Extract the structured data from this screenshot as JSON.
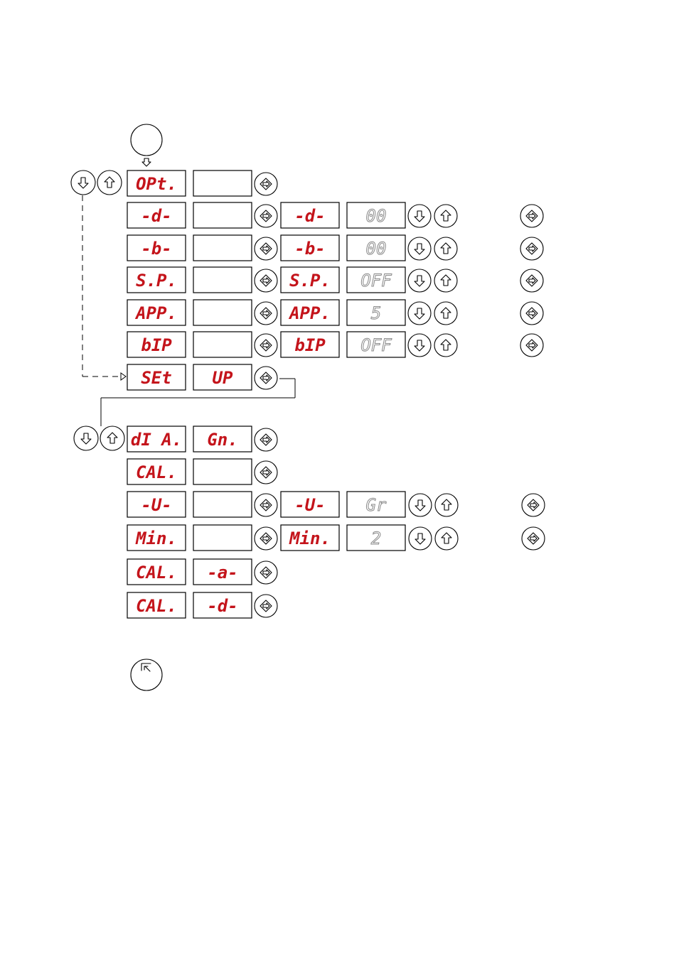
{
  "colors": {
    "lcd_red": "#c4141b",
    "lcd_grey": "#888888",
    "line": "#000000"
  },
  "menu1": [
    {
      "id": "opt",
      "code": "OPt.",
      "value": "",
      "sub_code": "",
      "sub_value": ""
    },
    {
      "id": "d",
      "code": "-d-",
      "value": "",
      "sub_code": "-d-",
      "sub_value": "00"
    },
    {
      "id": "b",
      "code": "-b-",
      "value": "",
      "sub_code": "-b-",
      "sub_value": "00"
    },
    {
      "id": "sp",
      "code": "S.P.",
      "value": "",
      "sub_code": "S.P.",
      "sub_value": "OFF"
    },
    {
      "id": "app",
      "code": "APP.",
      "value": "",
      "sub_code": "APP.",
      "sub_value": "5"
    },
    {
      "id": "bip",
      "code": "bIP",
      "value": "",
      "sub_code": "bIP",
      "sub_value": "OFF"
    },
    {
      "id": "setup",
      "code": "SEt",
      "value": "UP",
      "sub_code": "",
      "sub_value": ""
    }
  ],
  "menu2": [
    {
      "id": "dia",
      "code": "dI A.",
      "value": "Gn.",
      "sub_code": "",
      "sub_value": ""
    },
    {
      "id": "cal",
      "code": "CAL.",
      "value": "",
      "sub_code": "",
      "sub_value": ""
    },
    {
      "id": "u",
      "code": "-U-",
      "value": "",
      "sub_code": "-U-",
      "sub_value": "Gr"
    },
    {
      "id": "min",
      "code": "Min.",
      "value": "",
      "sub_code": "Min.",
      "sub_value": "2"
    },
    {
      "id": "cala",
      "code": "CAL.",
      "value": "-a-",
      "sub_code": "",
      "sub_value": ""
    },
    {
      "id": "cald",
      "code": "CAL.",
      "value": "-d-",
      "sub_code": "",
      "sub_value": ""
    }
  ],
  "icons": {
    "down": "arrow-down-icon",
    "up": "arrow-up-icon",
    "enter": "enter-diamond-icon",
    "escape": "escape-icon",
    "start": "power-on-circle"
  }
}
